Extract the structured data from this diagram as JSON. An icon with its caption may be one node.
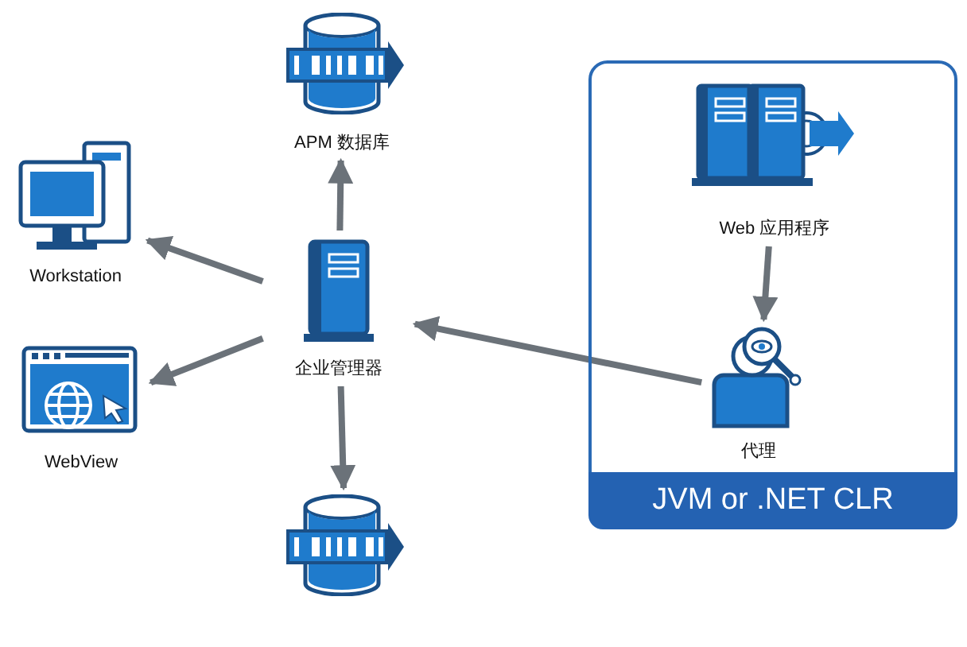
{
  "diagram": {
    "nodes": [
      {
        "text": [
          "JVM or .NET CLR"
        ]
      },
      {
        "text": [
          "APM 数据库"
        ]
      },
      {
        "text": [
          "Workstation"
        ]
      },
      {
        "text": [
          "企业管理器"
        ]
      },
      {
        "text": [
          "WebView"
        ]
      },
      {
        "text": [
          "Web 应用程序"
        ],
        "in": 0
      },
      {
        "text": [
          "代理"
        ],
        "in": 0
      },
      {
        "text": [],
        "shape": "cylinder"
      }
    ],
    "edges": [
      {
        "from": 3,
        "to": 1,
        "arrow": "to"
      },
      {
        "from": 3,
        "to": 2,
        "arrow": "to"
      },
      {
        "from": 3,
        "to": 4,
        "arrow": "to"
      },
      {
        "from": 3,
        "to": 7,
        "arrow": "to"
      },
      {
        "from": 6,
        "to": 3,
        "arrow": "to"
      },
      {
        "from": 5,
        "to": 6,
        "arrow": "to"
      }
    ]
  }
}
